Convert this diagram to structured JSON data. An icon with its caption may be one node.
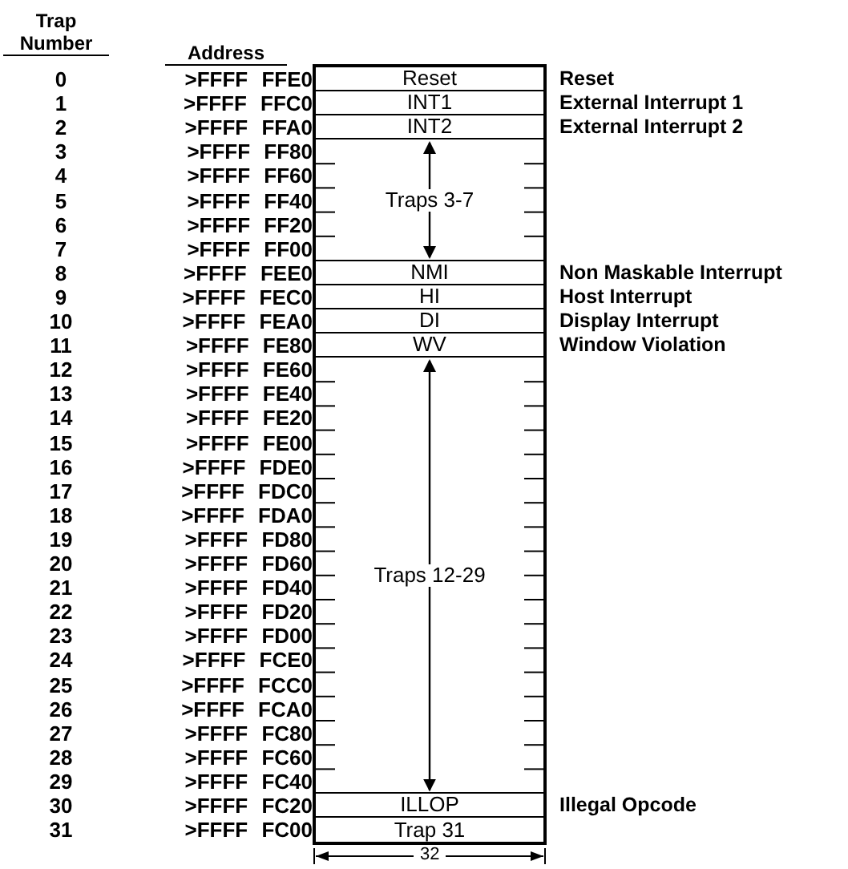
{
  "diagram": {
    "nodes": [
      {
        "text": [
          "Reset"
        ],
        "beside": [
          "Reset"
        ]
      },
      {
        "text": [
          "INT1"
        ],
        "beside": [
          "External Interrupt 1"
        ]
      },
      {
        "text": [
          "INT2"
        ],
        "beside": [
          "External Interrupt 2"
        ]
      },
      {
        "text": [
          "Traps 3-7"
        ]
      },
      {
        "text": [
          "NMI"
        ],
        "beside": [
          "Non Maskable Interrupt"
        ]
      },
      {
        "text": [
          "HI"
        ],
        "beside": [
          "Host Interrupt"
        ]
      },
      {
        "text": [
          "DI"
        ],
        "beside": [
          "Display Interrupt"
        ]
      },
      {
        "text": [
          "WV"
        ],
        "beside": [
          "Window Violation"
        ]
      },
      {
        "text": [
          "Traps 12-29"
        ]
      },
      {
        "text": [
          "ILLOP"
        ],
        "beside": [
          "Illegal Opcode"
        ]
      },
      {
        "text": [
          "Trap 31"
        ]
      }
    ],
    "edges": [],
    "labels": [
      "Trap Number",
      "Address",
      "0",
      ">FFFF FFE0",
      "1",
      ">FFFF FFC0",
      "2",
      ">FFFF FFA0",
      "3",
      ">FFFF FF80",
      "4",
      ">FFFF FF60",
      "5",
      ">FFFF FF40",
      "6",
      ">FFFF FF20",
      "7",
      ">FFFF FF00",
      "8",
      ">FFFF FEE0",
      "9",
      ">FFFF FEC0",
      "10",
      ">FFFF FEA0",
      "11",
      ">FFFF FE80",
      "12",
      ">FFFF FE60",
      "13",
      ">FFFF FE40",
      "14",
      ">FFFF FE20",
      "15",
      ">FFFF FE00",
      "16",
      ">FFFF FDE0",
      "17",
      ">FFFF FDC0",
      "18",
      ">FFFF FDA0",
      "19",
      ">FFFF FD80",
      "20",
      ">FFFF FD60",
      "21",
      ">FFFF FD40",
      "22",
      ">FFFF FD20",
      "23",
      ">FFFF FD00",
      "24",
      ">FFFF FCE0",
      "25",
      ">FFFF FCC0",
      "26",
      ">FFFF FCA0",
      "27",
      ">FFFF FC80",
      "28",
      ">FFFF FC60",
      "29",
      ">FFFF FC40",
      "30",
      ">FFFF FC20",
      "31",
      ">FFFF FC00",
      "32"
    ]
  }
}
